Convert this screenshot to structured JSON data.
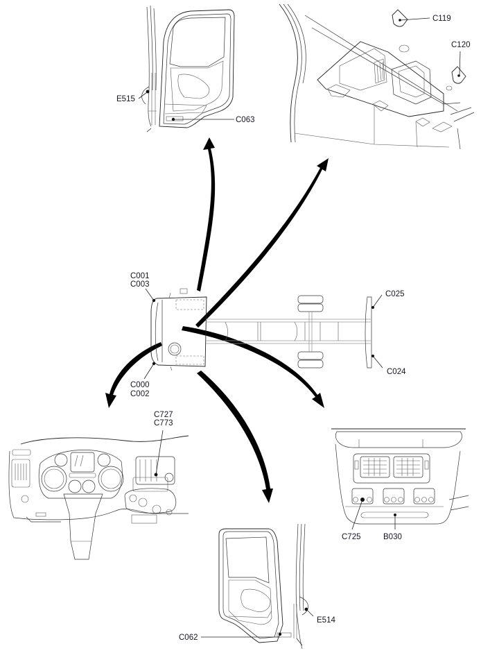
{
  "title": "Connector and ground location overview - truck cab and chassis",
  "colors": {
    "line": "#222222",
    "label": "#151520",
    "arrow": "#000000"
  },
  "views": {
    "left_door": {
      "labels": {
        "ground": "E515",
        "connector": "C063"
      }
    },
    "overhead_console": {
      "labels": {
        "c1": "C119",
        "c2": "C120"
      }
    },
    "chassis": {
      "labels": {
        "front_upper_a": "C001",
        "front_upper_b": "C003",
        "front_lower_a": "C000",
        "front_lower_b": "C002",
        "rear_upper": "C025",
        "rear_lower": "C024"
      }
    },
    "instrument_panel": {
      "labels": {
        "a": "C727",
        "b": "C773"
      }
    },
    "center_console": {
      "labels": {
        "connector": "C725",
        "component": "B030"
      }
    },
    "right_door": {
      "labels": {
        "connector": "C062",
        "ground": "E514"
      }
    }
  }
}
